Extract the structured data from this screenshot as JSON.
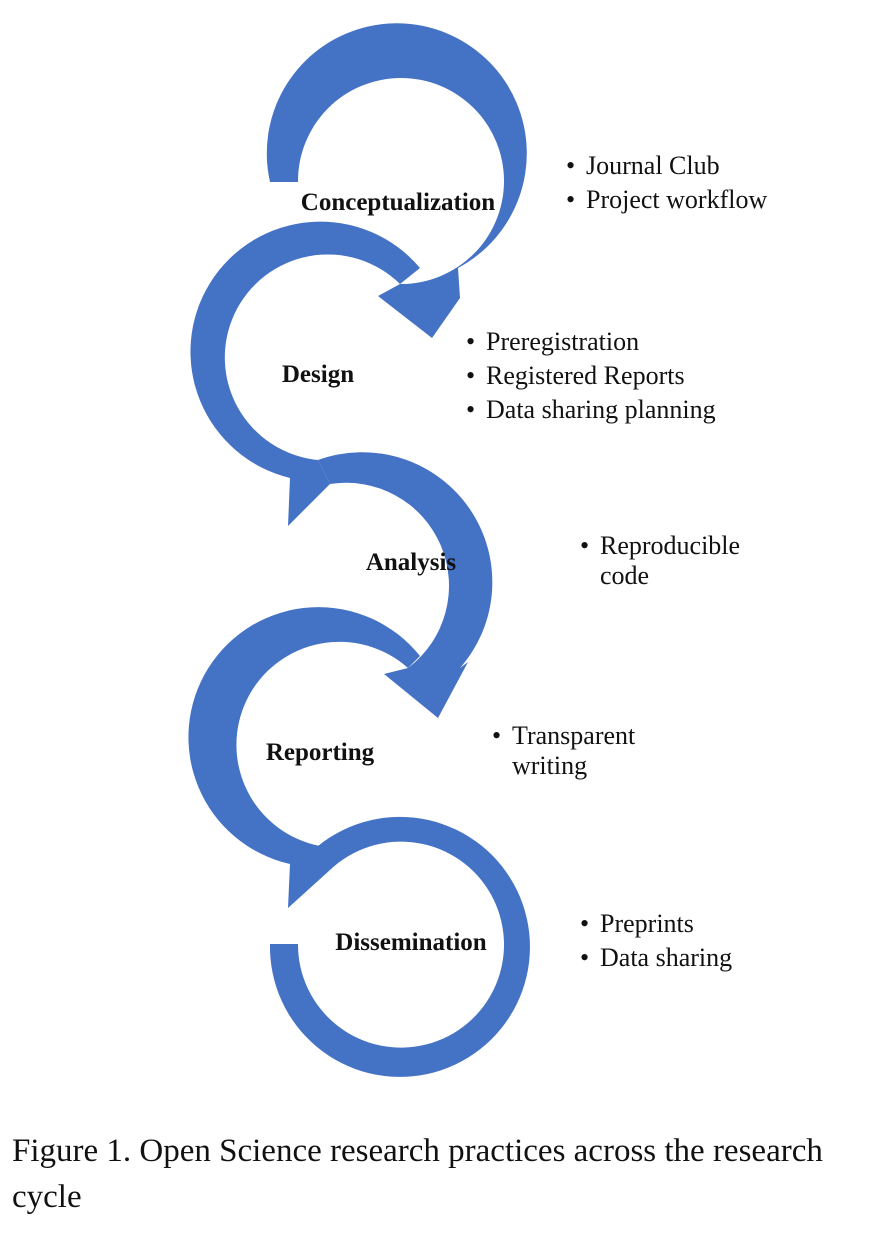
{
  "colors": {
    "arrow": "#4472c4",
    "text": "#111111",
    "background": "#ffffff"
  },
  "stages": [
    {
      "label": "Conceptualization",
      "bullets": [
        [
          "Journal Club"
        ],
        [
          "Project workflow"
        ]
      ]
    },
    {
      "label": "Design",
      "bullets": [
        [
          "Preregistration"
        ],
        [
          "Registered Reports"
        ],
        [
          "Data sharing planning"
        ]
      ]
    },
    {
      "label": "Analysis",
      "bullets": [
        [
          "Reproducible",
          "code"
        ]
      ]
    },
    {
      "label": "Reporting",
      "bullets": [
        [
          "Transparent",
          "writing"
        ]
      ]
    },
    {
      "label": "Dissemination",
      "bullets": [
        [
          "Preprints"
        ],
        [
          "Data sharing"
        ]
      ]
    }
  ],
  "bullet_symbol": "•",
  "caption": "Figure 1. Open Science research practices across the research cycle"
}
